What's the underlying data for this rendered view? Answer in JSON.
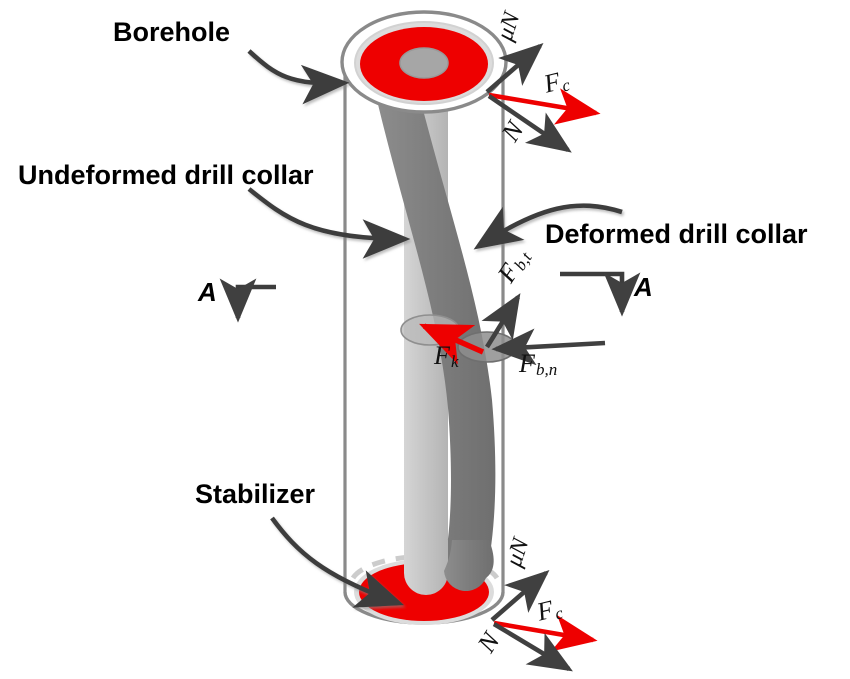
{
  "figure": {
    "title": "Drill collar in borehole free-body diagram",
    "background_color": "#ffffff"
  },
  "colors": {
    "borehole_outline": "#808080",
    "borehole_fill": "#ffffff",
    "stabilizer_red": "#ee0000",
    "stabilizer_ring": "#d9d9d9",
    "undeformed_collar": "#c2c2c2",
    "deformed_collar": "#7f7f7f",
    "collar_bore": "#a6a6a6",
    "arrow_dark": "#404040",
    "arrow_red": "#ee0000",
    "label_text": "#000000",
    "dashed_hidden_edge": "#cccccc"
  },
  "callouts": [
    {
      "id": "borehole",
      "label": "Borehole"
    },
    {
      "id": "undeformed-collar",
      "label": "Undeformed drill collar"
    },
    {
      "id": "deformed-collar",
      "label": "Deformed drill collar"
    },
    {
      "id": "stabilizer",
      "label": "Stabilizer"
    }
  ],
  "section_markers": [
    {
      "id": "section-a-left",
      "label": "A"
    },
    {
      "id": "section-a-right",
      "label": "A"
    }
  ],
  "forces": {
    "top": [
      {
        "id": "mu-n-top",
        "label": "μN",
        "color": "#404040",
        "kind": "friction-normal"
      },
      {
        "id": "fc-top",
        "base": "F",
        "sub": "c",
        "color": "#ee0000",
        "kind": "contact-force"
      },
      {
        "id": "n-top",
        "label": "N",
        "color": "#404040",
        "kind": "normal-force"
      }
    ],
    "middle": [
      {
        "id": "fbt",
        "base": "F",
        "sub": "b,t",
        "color": "#404040",
        "kind": "tangential-bit-force"
      },
      {
        "id": "fbn",
        "base": "F",
        "sub": "b,n",
        "color": "#404040",
        "kind": "normal-bit-force"
      },
      {
        "id": "fk",
        "base": "F",
        "sub": "k",
        "color": "#ee0000",
        "kind": "spring-force"
      }
    ],
    "bottom": [
      {
        "id": "mu-n-bottom",
        "label": "μN",
        "color": "#404040",
        "kind": "friction-normal"
      },
      {
        "id": "fc-bottom",
        "base": "F",
        "sub": "c",
        "color": "#ee0000",
        "kind": "contact-force"
      },
      {
        "id": "n-bottom",
        "label": "N",
        "color": "#404040",
        "kind": "normal-force"
      }
    ]
  }
}
